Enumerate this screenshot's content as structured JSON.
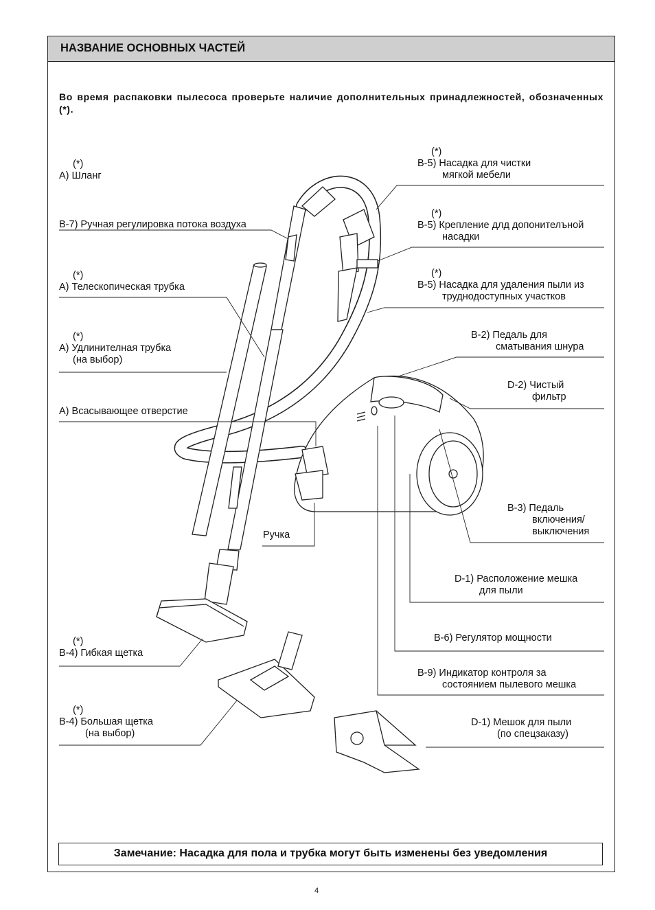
{
  "header": {
    "title": "НАЗВАНИЕ ОСНОВНЫХ ЧАСТЕЙ"
  },
  "intro": "Во время распаковки пылесоса проверьте наличие дополнительных принадлежностей, обозначенных (*).",
  "labels": {
    "hose": {
      "mark": "(*)",
      "text": "A) Шланг"
    },
    "airflow": {
      "text": "B-7) Ручная регулировка потока воздуха"
    },
    "telescopic": {
      "mark": "(*)",
      "text": "A) Телескопическая трубка"
    },
    "extension": {
      "mark": "(*)",
      "text": "A) Удлинителная трубка",
      "text2": "(на выбор)"
    },
    "suction": {
      "text": "A) Всасывающее отверстие"
    },
    "handle": {
      "text": "Ручка"
    },
    "flexible_brush": {
      "mark": "(*)",
      "text": "B-4) Гибкая щетка"
    },
    "large_brush": {
      "mark": "(*)",
      "text": "B-4)  Большая щетка",
      "text2": "(на выбор)"
    },
    "upholstery": {
      "mark": "(*)",
      "text": "B-5) Насадка для чистки",
      "text2": "мягкой мебели"
    },
    "attachment_holder": {
      "mark": "(*)",
      "text": "B-5) Крепление длд допонителъной",
      "text2": "насадки"
    },
    "crevice": {
      "mark": "(*)",
      "text": "B-5) Насадка для удаления пыли из",
      "text2": "труднодоступных участков"
    },
    "cord_pedal": {
      "text": "B-2) Педаль для",
      "text2": "сматывания шнура"
    },
    "clean_filter": {
      "text": "D-2) Чистый",
      "text2": "фильтр"
    },
    "power_pedal": {
      "text": "B-3) Педаль",
      "text2": "включения/",
      "text3": "выключения"
    },
    "bag_location": {
      "text": "D-1) Расположение мешка",
      "text2": "для пыли"
    },
    "power_regulator": {
      "text": "B-6) Регулятор мощности"
    },
    "bag_indicator": {
      "text": "B-9) Индикатор контроля за",
      "text2": "состоянием пылевого мешка"
    },
    "dust_bag": {
      "text": "D-1)  Мешок для пыли",
      "text2": "(по спецзаказу)"
    }
  },
  "note": "Замечание: Насадка для пола и трубка могут быть изменены без уведомления",
  "page_number": "4"
}
